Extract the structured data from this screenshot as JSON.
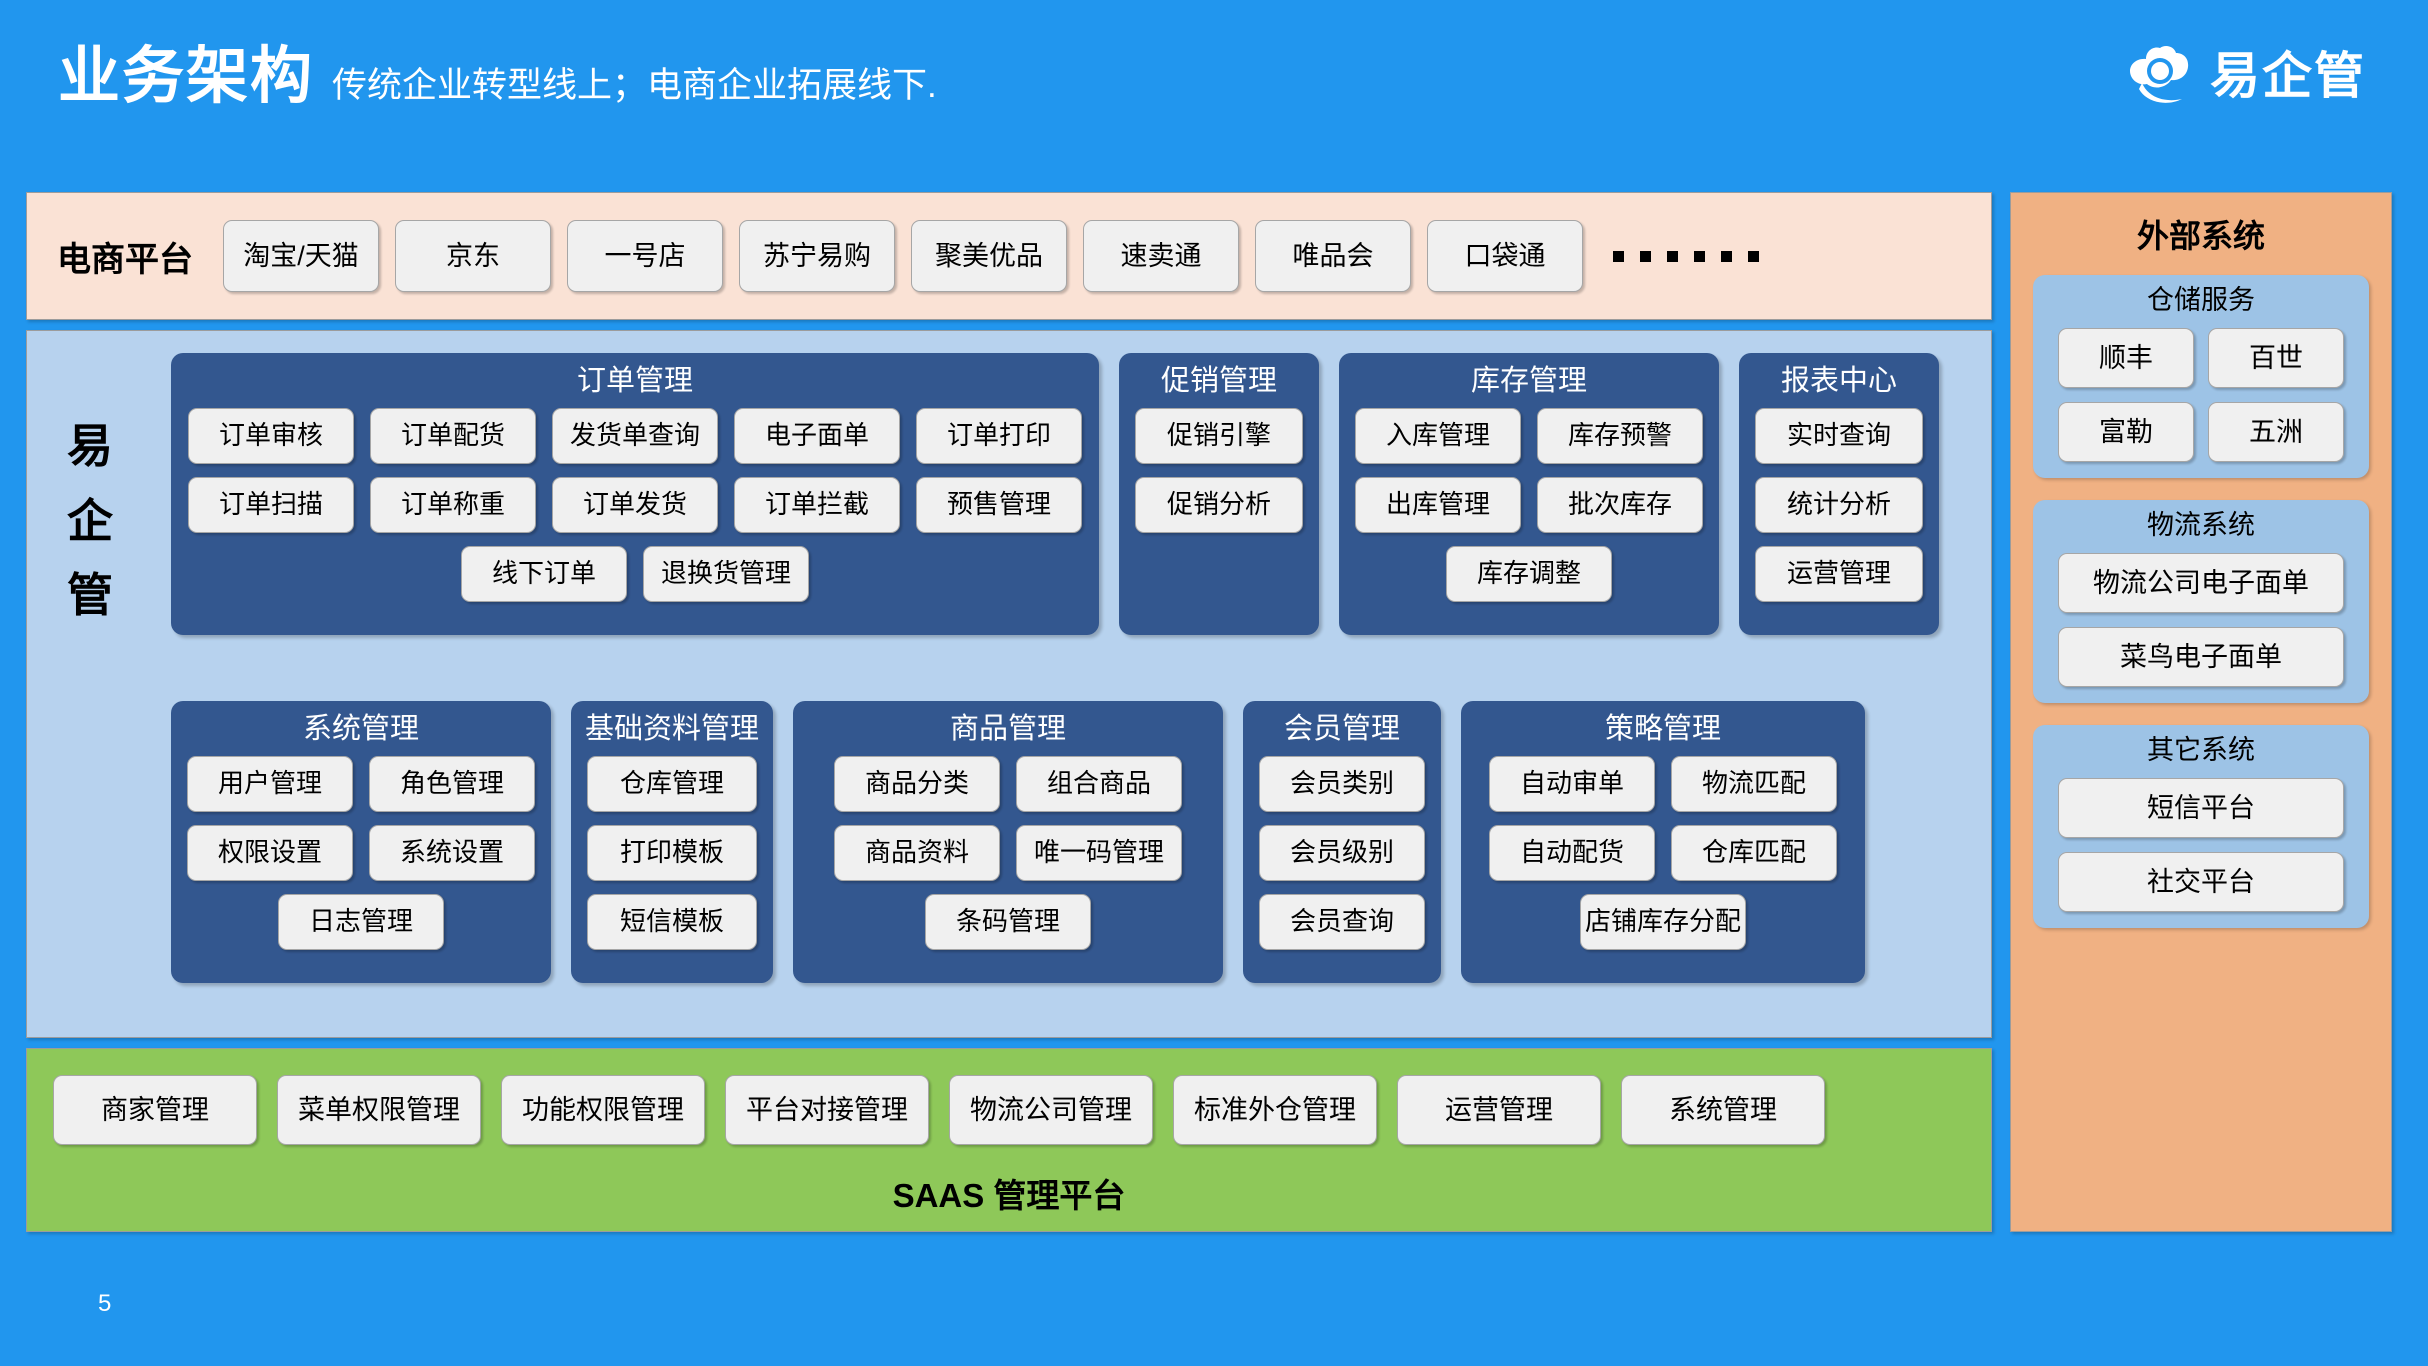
{
  "header": {
    "title": "业务架构",
    "subtitle": "传统企业转型线上；电商企业拓展线下.",
    "brand_name": "易企管",
    "logo_icon": "cloud-logo-icon"
  },
  "page_number": "5",
  "colors": {
    "background": "#2196ee",
    "ecom_band": "#fae2d5",
    "core_panel": "#b7d2ee",
    "module": "#33578f",
    "chip": "#f0f0f0",
    "saas_band": "#8ec859",
    "ext_panel": "#f0b183",
    "ext_group": "#9dc3e6"
  },
  "ecommerce": {
    "label": "电商平台",
    "platforms": [
      "淘宝/天猫",
      "京东",
      "一号店",
      "苏宁易购",
      "聚美优品",
      "速卖通",
      "唯品会",
      "口袋通"
    ],
    "ellipsis": "……"
  },
  "core": {
    "vertical_label": "易企管",
    "modules": [
      {
        "title": "订单管理",
        "items": [
          "订单审核",
          "订单配货",
          "发货单查询",
          "电子面单",
          "订单打印",
          "订单扫描",
          "订单称重",
          "订单发货",
          "订单拦截",
          "预售管理",
          "线下订单",
          "退换货管理"
        ]
      },
      {
        "title": "促销管理",
        "items": [
          "促销引擎",
          "促销分析"
        ]
      },
      {
        "title": "库存管理",
        "items": [
          "入库管理",
          "库存预警",
          "出库管理",
          "批次库存",
          "库存调整"
        ]
      },
      {
        "title": "报表中心",
        "items": [
          "实时查询",
          "统计分析",
          "运营管理"
        ]
      },
      {
        "title": "系统管理",
        "items": [
          "用户管理",
          "角色管理",
          "权限设置",
          "系统设置",
          "日志管理"
        ]
      },
      {
        "title": "基础资料管理",
        "items": [
          "仓库管理",
          "打印模板",
          "短信模板"
        ]
      },
      {
        "title": "商品管理",
        "items": [
          "商品分类",
          "组合商品",
          "商品资料",
          "唯一码管理",
          "条码管理"
        ]
      },
      {
        "title": "会员管理",
        "items": [
          "会员类别",
          "会员级别",
          "会员查询"
        ]
      },
      {
        "title": "策略管理",
        "items": [
          "自动审单",
          "物流匹配",
          "自动配货",
          "仓库匹配",
          "店铺库存分配"
        ]
      }
    ]
  },
  "saas": {
    "title": "SAAS 管理平台",
    "items": [
      "商家管理",
      "菜单权限管理",
      "功能权限管理",
      "平台对接管理",
      "物流公司管理",
      "标准外仓管理",
      "运营管理",
      "系统管理"
    ]
  },
  "external": {
    "title": "外部系统",
    "groups": [
      {
        "title": "仓储服务",
        "layout": "two-col",
        "items": [
          "顺丰",
          "百世",
          "富勒",
          "五洲"
        ]
      },
      {
        "title": "物流系统",
        "layout": "one-col",
        "items": [
          "物流公司电子面单",
          "菜鸟电子面单"
        ]
      },
      {
        "title": "其它系统",
        "layout": "one-col",
        "items": [
          "短信平台",
          "社交平台"
        ]
      }
    ]
  }
}
